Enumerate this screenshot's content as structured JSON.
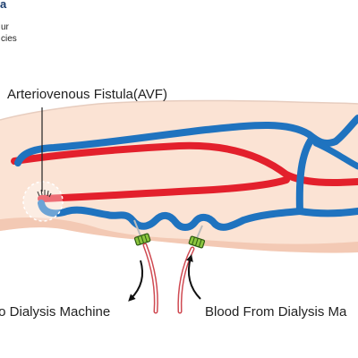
{
  "header": {
    "brand": "a",
    "tagline_line1": "ur",
    "tagline_line2": "cies"
  },
  "labels": {
    "avf": "Arteriovenous Fistula(AVF)",
    "to_machine": "to Dialysis Machine",
    "from_machine": "Blood From Dialysis Ma"
  },
  "colors": {
    "skin": "#fbe3d4",
    "skin_shadow": "#f3c9b4",
    "artery": "#e3202c",
    "vein": "#1f73bf",
    "tube": "#cf4a52",
    "needle_hub": "#8cc63f",
    "label_text": "#222222",
    "brand": "#1b3d6e"
  }
}
